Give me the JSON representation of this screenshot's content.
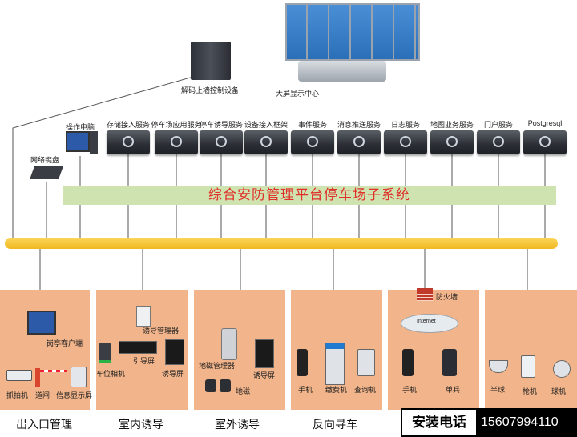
{
  "top": {
    "decoder_label": "解码上墙控制设备",
    "bigscreen_label": "大屏显示中心"
  },
  "left": {
    "workstation_label": "操作电脑",
    "keyboard_label": "网络键盘"
  },
  "services": [
    {
      "label": "存储接入服务"
    },
    {
      "label": "停车场应用服务"
    },
    {
      "label": "停车诱导服务"
    },
    {
      "label": "设备接入框架"
    },
    {
      "label": "事件服务"
    },
    {
      "label": "消息推送服务"
    },
    {
      "label": "日志服务"
    },
    {
      "label": "地图业务服务"
    },
    {
      "label": "门户服务"
    },
    {
      "label": "Postgresql"
    }
  ],
  "platform_title": "综合安防管理平台停车场子系统",
  "panels": {
    "entrance": {
      "client_label": "岗亭客户端",
      "camera_label": "抓拍机",
      "gate_label": "道闸",
      "display_label": "信息显示屏",
      "title": "出入口管理"
    },
    "indoor": {
      "manager_label": "诱导管理器",
      "camera_label": "车位相机",
      "guide_label": "引导屏",
      "screen_label": "诱导屏",
      "title": "室内诱导"
    },
    "outdoor": {
      "manager_label": "地磁管理器",
      "screen_label": "诱导屏",
      "sensor_label": "地磁",
      "title": "室外诱导"
    },
    "reverse": {
      "phone_label": "手机",
      "pay_label": "缴费机",
      "query_label": "查询机",
      "title": "反向寻车"
    },
    "mobile": {
      "firewall_label": "防火墙",
      "internet_label": "Internet",
      "phone_label": "手机",
      "soldier_label": "单兵"
    },
    "video": {
      "half_label": "半球",
      "gun_label": "枪机",
      "dome_label": "球机"
    }
  },
  "contact": {
    "label": "安装电话",
    "phone": "15607994110"
  },
  "colors": {
    "panel": "#f2b48a",
    "bus": "#f0b820",
    "green_bar": "#cfe3b0",
    "title_red": "#e0302a"
  }
}
